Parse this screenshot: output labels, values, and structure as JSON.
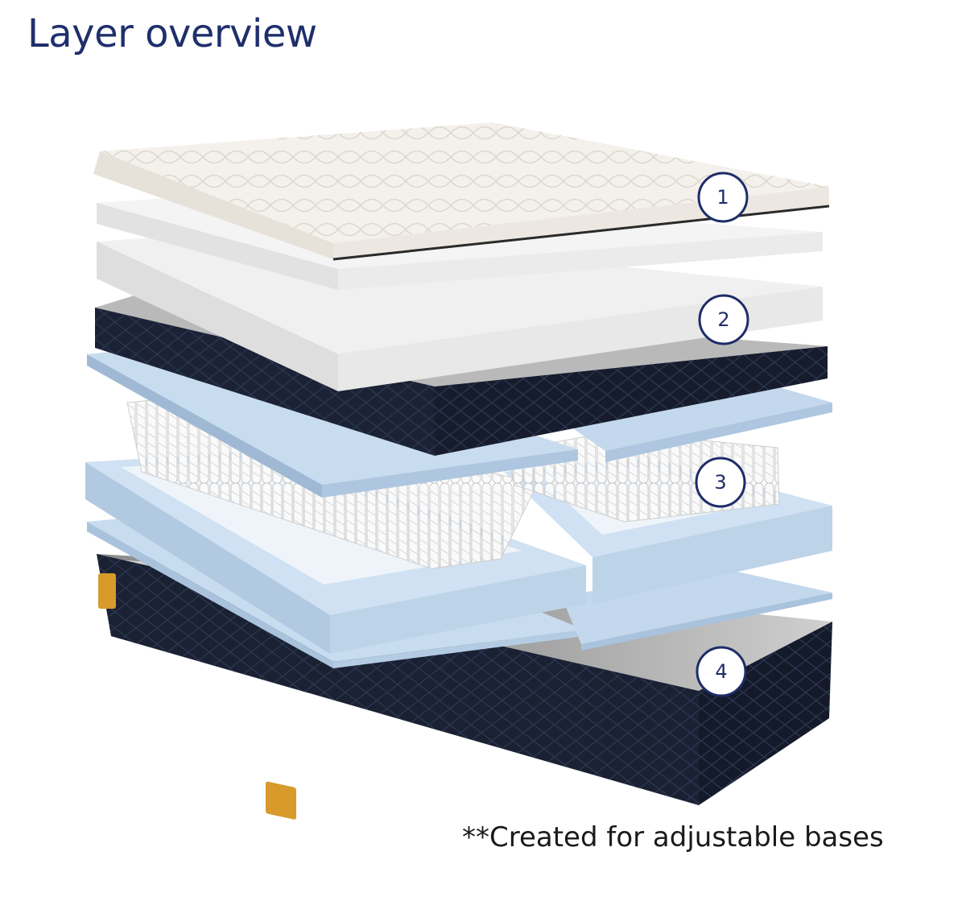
{
  "title": "Layer overview",
  "footnote": "**Created for adjustable bases",
  "callouts": [
    {
      "number": "1"
    },
    {
      "number": "2"
    },
    {
      "number": "3"
    },
    {
      "number": "4"
    }
  ],
  "colors": {
    "title": "#1f2f6b",
    "callout_ring": "#1d2d68",
    "topper": "#f4f1ec",
    "foam": "#efefef",
    "navy_frame": "#1b2235",
    "blue_foam": "#c8dcef",
    "coil_springs": "#f5f5f5",
    "base": "#1a2133",
    "base_tag": "#d79a2b"
  }
}
